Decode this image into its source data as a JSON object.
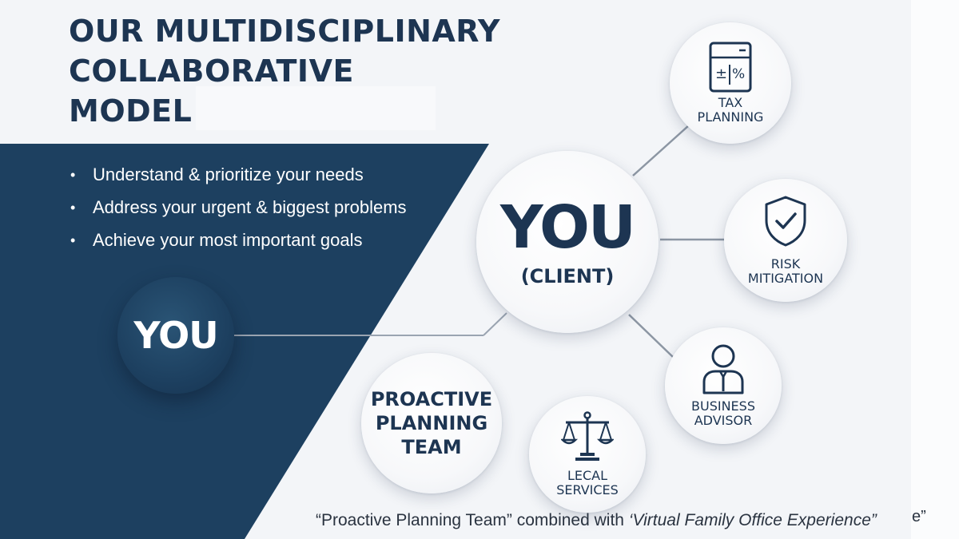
{
  "slide": {
    "title_lines": [
      "OUR MULTIDISCIPLINARY",
      "COLLABORATIVE",
      "MODEL"
    ],
    "bullets": [
      "Understand & prioritize your needs",
      "Address your urgent & biggest problems",
      "Achieve your most important goals"
    ],
    "colors": {
      "navy": "#1d4060",
      "title": "#1d3552",
      "background": "#f3f5f8"
    }
  },
  "nodes": {
    "you_left": {
      "label": "YOU"
    },
    "you_center": {
      "label": "YOU",
      "sublabel": "(CLIENT)"
    },
    "tax": {
      "icon": "calculator-icon",
      "lines": [
        "TAX",
        "PLANNING"
      ]
    },
    "risk": {
      "icon": "shield-check-icon",
      "lines": [
        "RISK",
        "MITIGATION"
      ]
    },
    "business": {
      "icon": "advisor-person-icon",
      "lines": [
        "BUSINESS",
        "ADVISOR"
      ]
    },
    "legal": {
      "icon": "scales-icon",
      "lines": [
        "LECAL",
        "SERVICES"
      ]
    },
    "team": {
      "lines": [
        "PROACTIVE",
        "PLANNING",
        "TEAM"
      ]
    }
  },
  "footer": {
    "part1": "“Proactive Planning Team” combined with ",
    "part2": "‘Virtual Family Office Experience”",
    "edge_fragment": "e”"
  }
}
